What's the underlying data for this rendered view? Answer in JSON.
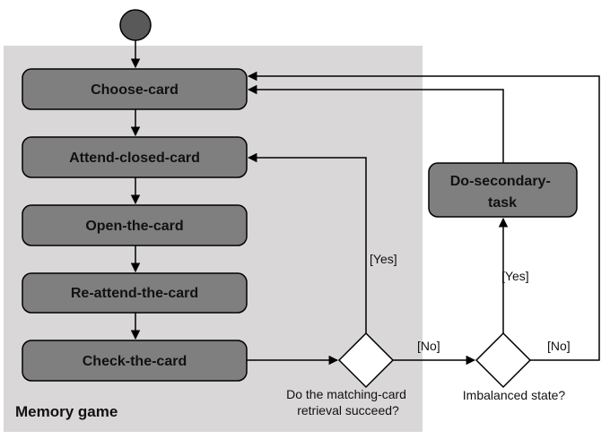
{
  "group": {
    "label": "Memory game"
  },
  "nodes": {
    "choose_card": "Choose-card",
    "attend_closed_card": "Attend-closed-card",
    "open_the_card": "Open-the-card",
    "re_attend_the_card": "Re-attend-the-card",
    "check_the_card": "Check-the-card",
    "do_secondary_task": [
      "Do-secondary-",
      "task"
    ]
  },
  "decisions": {
    "matching": [
      "Do the matching-card",
      "retrieval succeed?"
    ],
    "imbalanced": "Imbalanced state?"
  },
  "edge_labels": {
    "matching_yes": "[Yes]",
    "matching_no": "[No]",
    "imbalanced_yes": "[Yes]",
    "imbalanced_no": "[No]"
  },
  "colors": {
    "group_fill": "#d9d7d8",
    "node_fill": "#7f7f7f",
    "start_fill": "#595959",
    "stroke": "#000000"
  }
}
